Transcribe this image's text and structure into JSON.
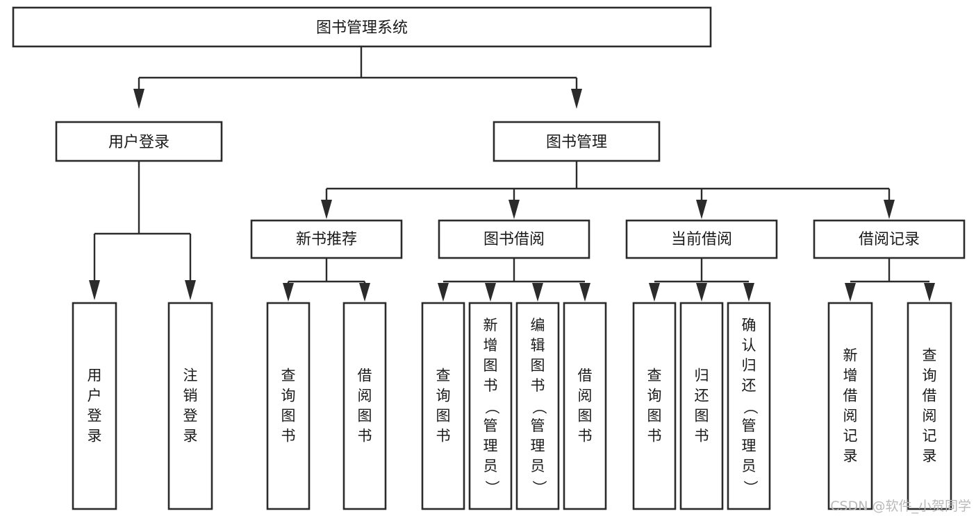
{
  "diagram": {
    "type": "tree-hierarchy",
    "title": "图书管理系统",
    "watermark": "CSDN @软件_小贺同学",
    "colors": {
      "background": "#ffffff",
      "box_fill": "#ffffff",
      "box_stroke": "#2b2b2b",
      "connector": "#2b2b2b",
      "text": "#1a1a1a",
      "watermark": "#b9b9b9"
    },
    "nodes": {
      "root": {
        "label": "图书管理系统",
        "orientation": "horizontal"
      },
      "level2": [
        {
          "id": "user-login",
          "label": "用户登录",
          "orientation": "horizontal"
        },
        {
          "id": "book-manage",
          "label": "图书管理",
          "orientation": "horizontal"
        }
      ],
      "level3": [
        {
          "id": "new-book-recommend",
          "label": "新书推荐",
          "orientation": "horizontal"
        },
        {
          "id": "book-borrow",
          "label": "图书借阅",
          "orientation": "horizontal"
        },
        {
          "id": "current-borrow",
          "label": "当前借阅",
          "orientation": "horizontal"
        },
        {
          "id": "borrow-record",
          "label": "借阅记录",
          "orientation": "horizontal"
        }
      ],
      "leaves": [
        {
          "id": "leaf-user-login",
          "parent": "user-login",
          "label": "用户登录",
          "orientation": "vertical"
        },
        {
          "id": "leaf-user-logout",
          "parent": "user-login",
          "label": "注销登录",
          "orientation": "vertical"
        },
        {
          "id": "leaf-query-book-1",
          "parent": "new-book-recommend",
          "label": "查询图书",
          "orientation": "vertical"
        },
        {
          "id": "leaf-borrow-book-1",
          "parent": "new-book-recommend",
          "label": "借阅图书",
          "orientation": "vertical"
        },
        {
          "id": "leaf-query-book-2",
          "parent": "book-borrow",
          "label": "查询图书",
          "orientation": "vertical"
        },
        {
          "id": "leaf-add-book",
          "parent": "book-borrow",
          "label": "新增图书（管理员）",
          "orientation": "vertical"
        },
        {
          "id": "leaf-edit-book",
          "parent": "book-borrow",
          "label": "编辑图书（管理员）",
          "orientation": "vertical"
        },
        {
          "id": "leaf-borrow-book-2",
          "parent": "book-borrow",
          "label": "借阅图书",
          "orientation": "vertical"
        },
        {
          "id": "leaf-query-book-3",
          "parent": "current-borrow",
          "label": "查询图书",
          "orientation": "vertical"
        },
        {
          "id": "leaf-return-book",
          "parent": "current-borrow",
          "label": "归还图书",
          "orientation": "vertical"
        },
        {
          "id": "leaf-confirm-return",
          "parent": "current-borrow",
          "label": "确认归还（管理员）",
          "orientation": "vertical"
        },
        {
          "id": "leaf-add-record",
          "parent": "borrow-record",
          "label": "新增借阅记录",
          "orientation": "vertical"
        },
        {
          "id": "leaf-query-record",
          "parent": "borrow-record",
          "label": "查询借阅记录",
          "orientation": "vertical"
        }
      ]
    }
  }
}
